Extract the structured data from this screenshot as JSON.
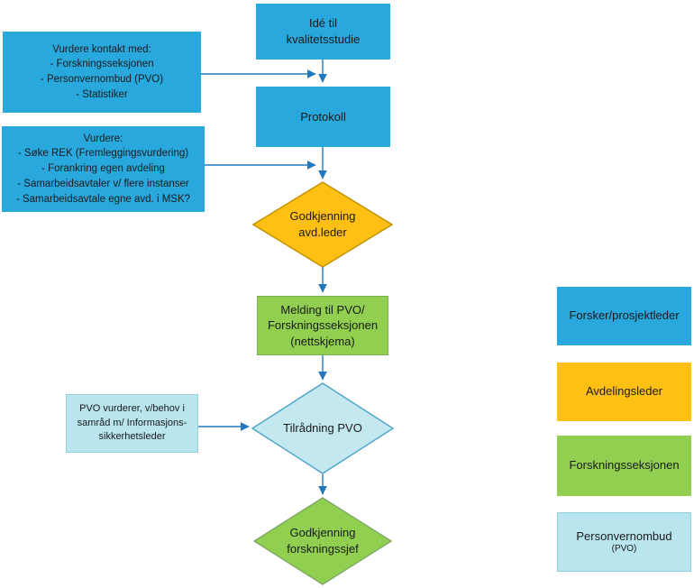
{
  "flow": {
    "idea": "Idé til\nkvalitetsstudie",
    "protokoll": "Protokoll",
    "approval_avdleder": "Godkjenning\navd.leder",
    "melding": "Melding til PVO/\nForskningsseksjonen\n(nettskjema)",
    "tilradning": "Tilrådning PVO",
    "approval_forskningssjef": "Godkjenning\nforskningssjef"
  },
  "notes": {
    "contact": "Vurdere kontakt med:\n- Forskningsseksjonen\n- Personvernombud (PVO)\n- Statistiker",
    "vurdere": "Vurdere:\n- Søke REK (Fremleggingsvurdering)\n- Forankring egen avdeling\n- Samarbeidsavtaler v/ flere instanser\n- Samarbeidsavtale egne avd. i MSK?",
    "pvo_vurderer": "PVO vurderer, v/behov i\nsamråd m/ Informasjons-\nsikkerhetsleder"
  },
  "legend": {
    "items": [
      {
        "label": "Forsker/prosjektleder",
        "color": "#29a8dd"
      },
      {
        "label": "Avdelingsleder",
        "color": "#ffc013"
      },
      {
        "label": "Forskningsseksjonen",
        "color": "#90cf4f"
      },
      {
        "label": "Personvernombud",
        "sublabel": "(PVO)",
        "color": "#b9e5ef"
      }
    ]
  },
  "colors": {
    "role_researcher_blue": "#29a8dd",
    "role_leader_orange": "#ffc013",
    "role_research_section_green": "#90cf4f",
    "role_pvo_lightblue": "#b9e5ef",
    "connector_blue": "#2178bf",
    "text": "#1a1a1a"
  }
}
